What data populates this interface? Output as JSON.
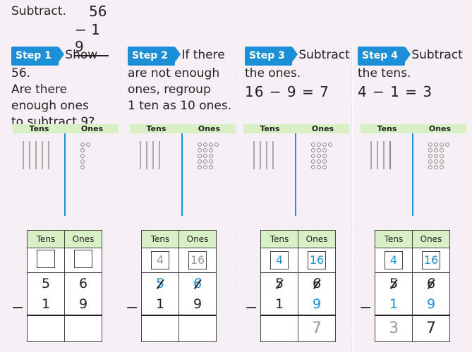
{
  "problem": {
    "label": "Subtract.",
    "top": "56",
    "bottom": "− 1 9"
  },
  "steps": [
    {
      "badge": "Step 1",
      "text": [
        "Show 56.",
        "Are there",
        "enough ones",
        "to subtract 9?"
      ]
    },
    {
      "badge": "Step 2",
      "text": [
        "If there",
        "are not enough",
        "ones, regroup",
        "1 ten as 10 ones."
      ]
    },
    {
      "badge": "Step 3",
      "text": [
        "Subtract",
        "the ones."
      ],
      "equation": "16 − 9 = 7"
    },
    {
      "badge": "Step 4",
      "text": [
        "Subtract",
        "the tens."
      ],
      "equation": "4 − 1 = 3"
    }
  ],
  "mat_headers": {
    "tens": "Tens",
    "ones": "Ones"
  },
  "table_headers": {
    "tens": "Tens",
    "ones": "Ones"
  },
  "tables": [
    {
      "reg_tens": "",
      "reg_ones": "",
      "tens1": "5",
      "ones1": "6",
      "tens2": "1",
      "ones2": "9",
      "ans_tens": "",
      "ans_ones": ""
    },
    {
      "reg_tens": "4",
      "reg_ones": "16",
      "tens1": "5",
      "ones1": "6",
      "tens2": "1",
      "ones2": "9",
      "ans_tens": "",
      "ans_ones": ""
    },
    {
      "reg_tens": "4",
      "reg_ones": "16",
      "tens1": "5",
      "ones1": "6",
      "tens2": "1",
      "ones2": "9",
      "ans_tens": "",
      "ans_ones": "7"
    },
    {
      "reg_tens": "4",
      "reg_ones": "16",
      "tens1": "5",
      "ones1": "6",
      "tens2": "1",
      "ones2": "9",
      "ans_tens": "3",
      "ans_ones": "7"
    }
  ],
  "minus_sign": "−"
}
